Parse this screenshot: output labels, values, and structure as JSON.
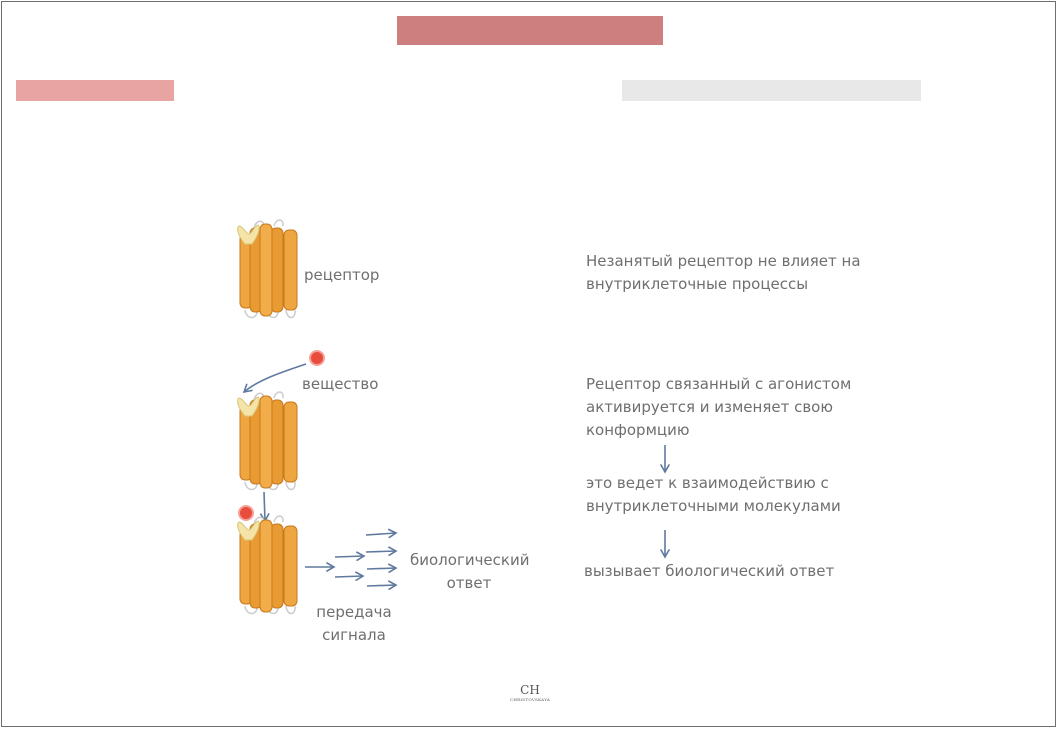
{
  "diagram": {
    "left_labels": {
      "receptor": "рецептор",
      "substance": "вещество",
      "bio_response": [
        "биологический",
        "ответ"
      ],
      "signal_transfer": [
        "передача",
        "сигнала"
      ]
    },
    "right_text": {
      "unoccupied": [
        "Незанятый рецептор не влияет на",
        "внутриклеточные процессы"
      ],
      "bound": [
        "Рецептор связанный с агонистом",
        "активируется и изменяет свою",
        "конформцию"
      ],
      "interaction": [
        "это ведет к взаимодействию с",
        "внутриклеточными молекулами"
      ],
      "causes": "вызывает биологический ответ"
    },
    "colors": {
      "title_bar": "#cd7f7f",
      "left_bar": "#e8a3a3",
      "right_bar": "#e8e8e8",
      "receptor": "#f0a640",
      "ligand_site": "#f4e4a8",
      "agonist": "#e84c3c",
      "arrow": "#5f7a9e",
      "text": "#6f6f6f"
    },
    "logo": {
      "monogram": "CH",
      "name": "CHRISTOVSKAYA"
    }
  }
}
